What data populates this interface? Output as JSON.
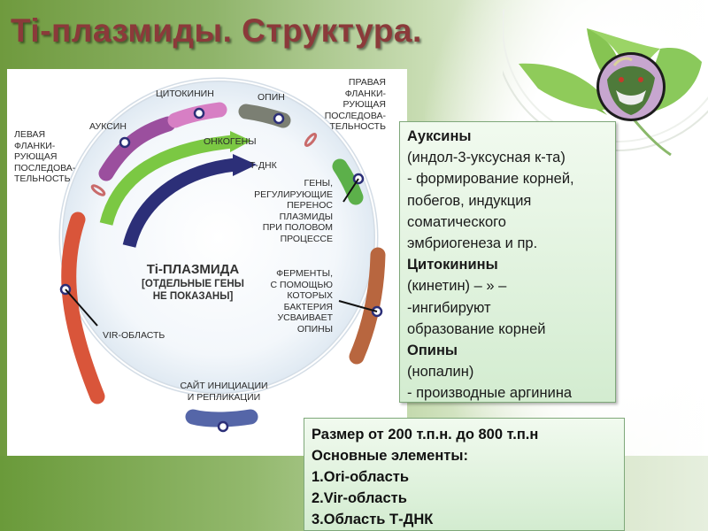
{
  "title": "Ti-плазмиды. Структура.",
  "diagram": {
    "center_title": "Ti-ПЛАЗМИДА",
    "center_subtitle_1": "[ОТДЕЛЬНЫЕ ГЕНЫ",
    "center_subtitle_2": "НЕ ПОКАЗАНЫ]",
    "labels": {
      "left_flank": [
        "ЛЕВАЯ",
        "ФЛАНКИ-",
        "РУЮЩАЯ",
        "ПОСЛЕДОВА-",
        "ТЕЛЬНОСТЬ"
      ],
      "auxin": "АУКСИН",
      "cytokinin": "ЦИТОКИНИН",
      "opine": "ОПИН",
      "right_flank": [
        "ПРАВАЯ",
        "ФЛАНКИ-",
        "РУЮЩАЯ",
        "ПОСЛЕДОВА-",
        "ТЕЛЬНОСТЬ"
      ],
      "oncogenes": "ОНКОГЕНЫ",
      "t_dna": "Т-ДНК",
      "transfer_genes": [
        "ГЕНЫ,",
        "РЕГУЛИРУЮЩИЕ",
        "ПЕРЕНОС",
        "ПЛАЗМИДЫ",
        "ПРИ ПОЛОВОМ",
        "ПРОЦЕССЕ"
      ],
      "enzymes": [
        "ФЕРМЕНТЫ,",
        "С ПОМОЩЬЮ",
        "КОТОРЫХ",
        "БАКТЕРИЯ",
        "УСВАИВАЕТ",
        "ОПИНЫ"
      ],
      "vir_region": "VIR-ОБЛАСТЬ",
      "ori_site": [
        "САЙТ ИНИЦИАЦИИ",
        "И РЕПЛИКАЦИИ"
      ]
    },
    "colors": {
      "auxin": "#9b4f9e",
      "cytokinin": "#d77fc4",
      "opine": "#7b7f73",
      "transfer_genes": "#5cb04a",
      "enzymes": "#b8663f",
      "vir_region": "#d9553a",
      "ori_site": "#5566a8",
      "oncogenes_arrow": "#7bc843",
      "t_dna_arrow": "#2c2f78",
      "ring": "#c8d6e3"
    }
  },
  "info_box": {
    "auxins_heading": "Ауксины",
    "auxins_lines": [
      "(индол-3-уксусная к-та)",
      "- формирование корней,",
      "побегов, индукция",
      "соматического",
      "эмбриогенеза и пр."
    ],
    "cytokinins_heading": "Цитокинины",
    "cytokinins_lines": [
      "(кинетин) – » –",
      "-ингибируют",
      "образование корней"
    ],
    "opines_heading": "Опины",
    "opines_lines": [
      "(нопалин)",
      "- производные аргинина"
    ]
  },
  "size_box": {
    "lines": [
      "Размер от 200 т.п.н. до 800 т.п.н",
      "Основные элементы:",
      "1.Ori-область",
      "2.Vir-область",
      "3.Область Т-ДНК"
    ]
  },
  "title_color": "#8b3a3a"
}
